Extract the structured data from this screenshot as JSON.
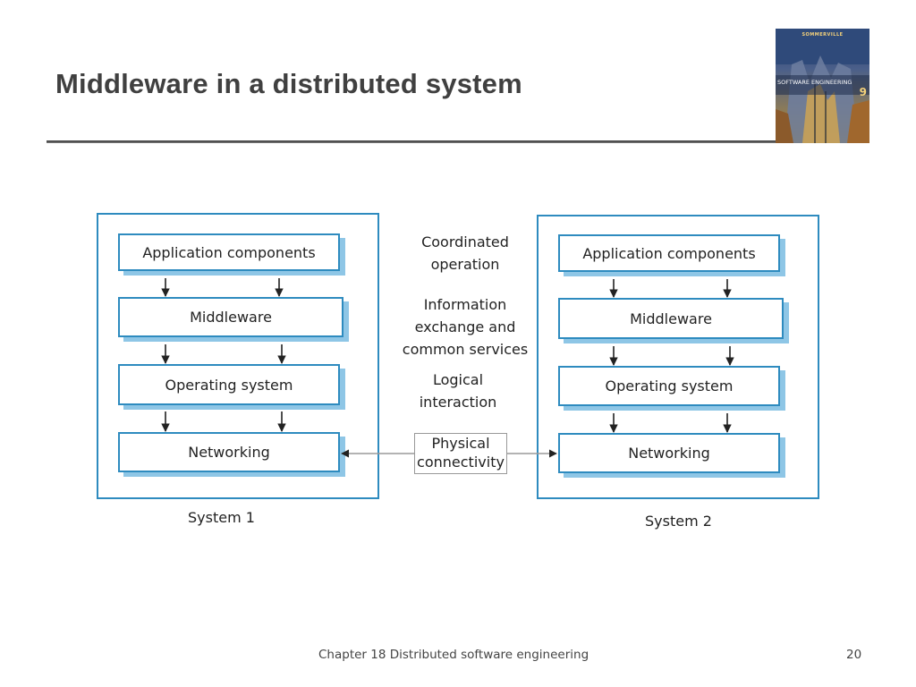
{
  "slide": {
    "title": "Middleware in a distributed system"
  },
  "book": {
    "author": "SOMMERVILLE",
    "title": "SOFTWARE ENGINEERING",
    "edition": "9"
  },
  "diagram": {
    "system1": {
      "caption": "System 1",
      "layers": [
        "Application components",
        "Middleware",
        "Operating system",
        "Networking"
      ]
    },
    "system2": {
      "caption": "System 2",
      "layers": [
        "Application components",
        "Middleware",
        "Operating system",
        "Networking"
      ]
    },
    "relations": [
      "Coordinated\noperation",
      "Information\nexchange and\ncommon services",
      "Logical\ninteraction"
    ],
    "physical": "Physical\nconnectivity"
  },
  "footer": {
    "chapter": "Chapter 18 Distributed software engineering",
    "page": "20"
  }
}
